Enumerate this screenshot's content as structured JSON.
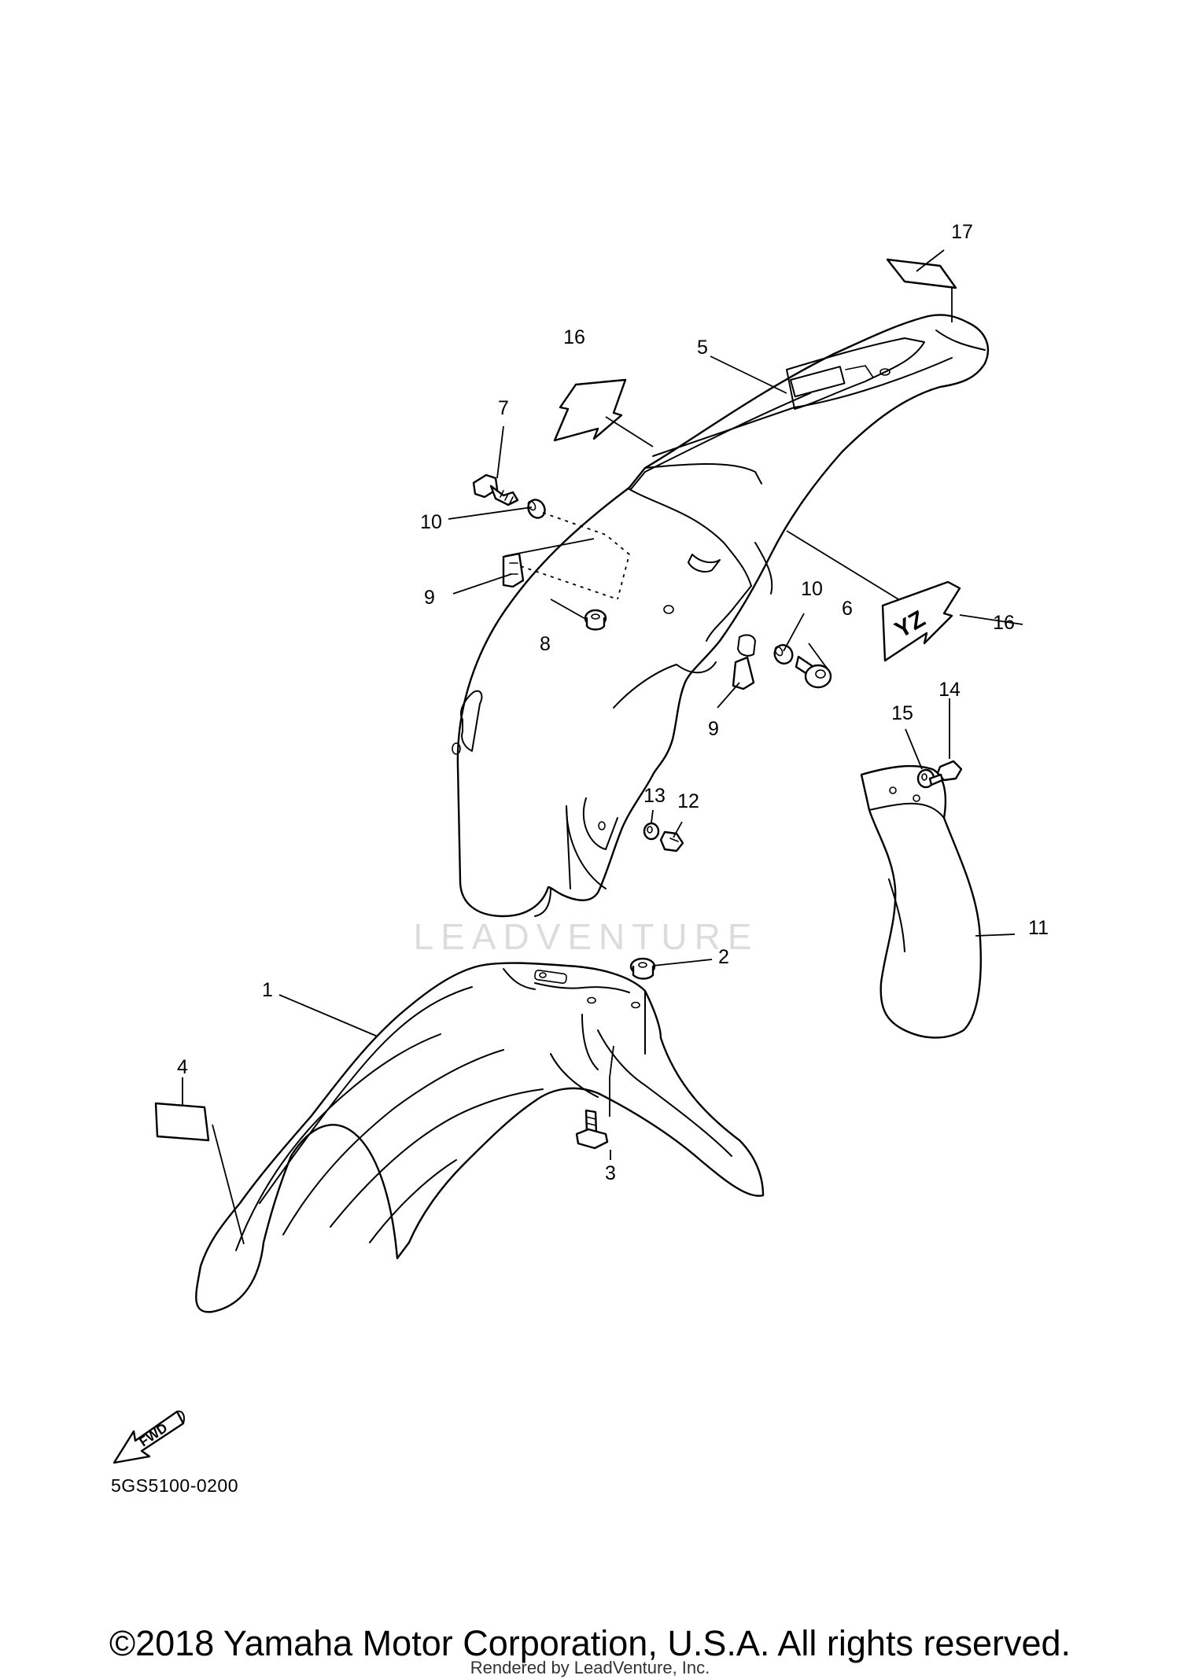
{
  "diagram": {
    "watermark": "LEADVENTURE",
    "diagram_code": "5GS5100-0200",
    "direction_label": "FWD",
    "callouts": [
      "1",
      "2",
      "3",
      "4",
      "5",
      "6",
      "7",
      "8",
      "9",
      "9",
      "10",
      "10",
      "11",
      "12",
      "13",
      "14",
      "15",
      "16",
      "16",
      "17"
    ],
    "decal_text": "YZ"
  },
  "footer": {
    "copyright": "©2018 Yamaha Motor Corporation, U.S.A. All rights reserved.",
    "rendered_by": "Rendered by LeadVenture, Inc."
  }
}
